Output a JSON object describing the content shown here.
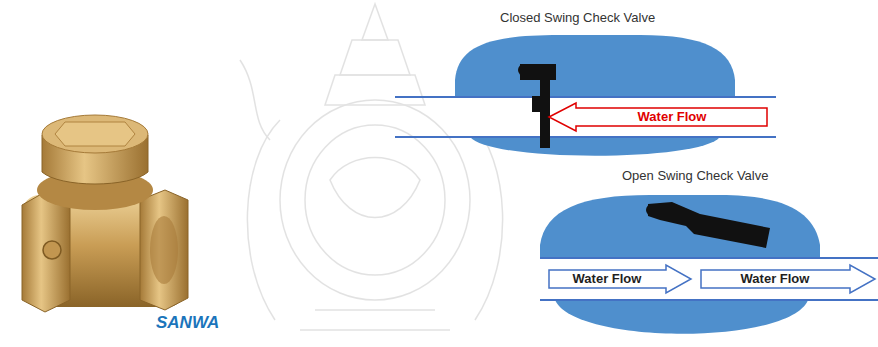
{
  "diagram": {
    "nodes": [
      {
        "text": [
          "Water Flow"
        ]
      },
      {
        "text": [
          "Water Flow"
        ]
      },
      {
        "text": [
          "Water Flow"
        ]
      }
    ],
    "labels": [
      "Closed Swing Check Valve",
      "Open Swing Check Valve",
      "SANWA"
    ]
  }
}
